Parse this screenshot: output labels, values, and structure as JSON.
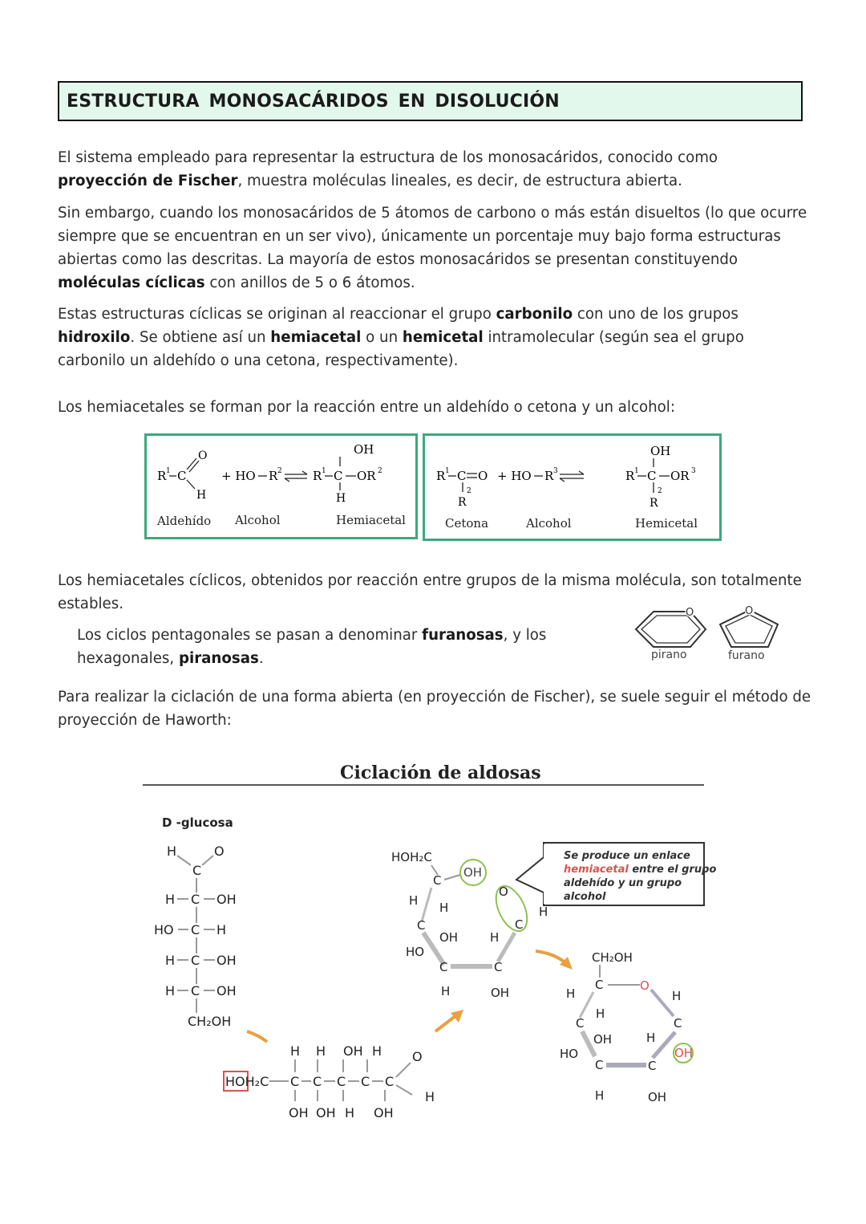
{
  "header": {
    "title": "ESTRUCTURA  MONOSACÁRIDOS  EN  DISOLUCIÓN"
  },
  "paragraphs": {
    "p1": {
      "t1": "El sistema empleado para representar la estructura de los monosacáridos, conocido como ",
      "b1": "proyección de Fischer",
      "t2": ", muestra moléculas lineales, es decir, de estructura abierta."
    },
    "p2": {
      "t1": "Sin embargo, cuando los monosacáridos de 5 átomos de carbono o más están disueltos (lo que ocurre siempre que se encuentran en un ser vivo), únicamente un porcentaje muy bajo forma estructuras abiertas como las descritas. La mayoría de estos monosacáridos se presentan constituyendo ",
      "b1": "moléculas cíclicas",
      "t2": " con anillos de 5 o 6 átomos."
    },
    "p3": {
      "t1": "Estas estructuras cíclicas se originan al reaccionar el grupo ",
      "b1": "carbonilo",
      "t2": " con uno de los grupos ",
      "b2": "hidroxilo",
      "t3": ". Se obtiene así un ",
      "b3": "hemiacetal",
      "t4": " o un ",
      "b4": "hemicetal",
      "t5": " intramolecular (según sea el grupo carbonilo un aldehído o una cetona, respectivamente)."
    },
    "p4": "Los hemiacetales se forman por la reacción entre un aldehído o cetona y un alcohol:",
    "p5": "Los hemiacetales cíclicos, obtenidos por reacción entre grupos de la misma molécula, son totalmente estables.",
    "p6": {
      "t1": "Los ciclos pentagonales se pasan a denominar ",
      "b1": "furanosas",
      "t2": ", y los hexagonales, ",
      "b2": "piranosas",
      "t3": "."
    },
    "p7": "Para realizar la ciclación de una forma abierta (en proyección de Fischer), se suele seguir el método de proyección de Haworth:"
  },
  "reactions": {
    "aldehyde": {
      "label_a": "Aldehído",
      "label_b": "Alcohol",
      "label_c": "Hemiacetal"
    },
    "ketone": {
      "label_a": "Cetona",
      "label_b": "Alcohol",
      "label_c": "Hemicetal"
    }
  },
  "rings": {
    "pyran": "pirano",
    "furan": "furano"
  },
  "figure": {
    "title": "Ciclación de aldosas",
    "molecule": "D -glucosa",
    "callout": [
      "Se produce un enlace",
      "hemiacetal",
      " entre el grupo",
      "aldehído y un grupo",
      "alcohol"
    ],
    "colors": {
      "accent_green": "#3aaa7a",
      "highlight_circle": "#8cc152",
      "arrow_orange": "#e8a040",
      "red_mark": "#d9534f"
    }
  }
}
